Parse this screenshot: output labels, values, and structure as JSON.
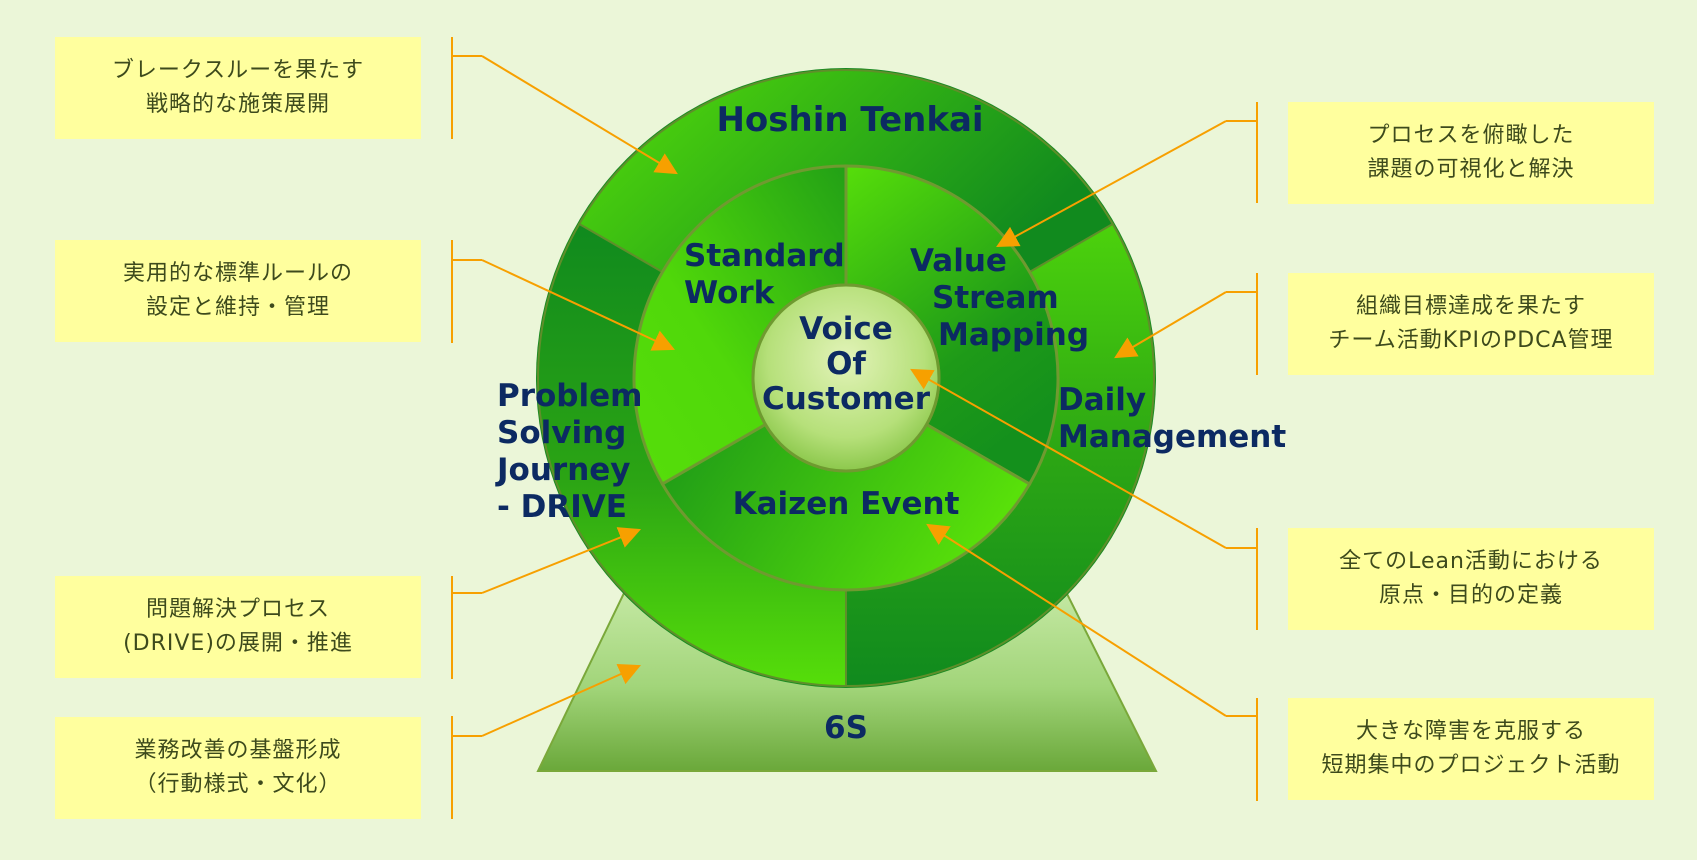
{
  "diagram": {
    "outer_ring": [
      {
        "label": "Hoshin Tenkai"
      },
      {
        "label_lines": [
          "Daily",
          "Management"
        ]
      },
      {
        "label_lines": [
          "Problem",
          "Solving",
          "Journey",
          "- DRIVE"
        ]
      }
    ],
    "inner_ring": [
      {
        "label_lines": [
          "Standard",
          "Work"
        ]
      },
      {
        "label_lines": [
          "Value",
          "Stream",
          "Mapping"
        ]
      },
      {
        "label": "Kaizen Event"
      }
    ],
    "center": {
      "label_lines": [
        "Voice",
        "Of",
        "Customer"
      ]
    },
    "base": {
      "label": "6S"
    }
  },
  "callouts_left": [
    {
      "lines": [
        "ブレークスルーを果たす",
        "戦略的な施策展開"
      ]
    },
    {
      "lines": [
        "実用的な標準ルールの",
        "設定と維持・管理"
      ]
    },
    {
      "lines": [
        "問題解決プロセス",
        "(DRIVE)の展開・推進"
      ]
    },
    {
      "lines": [
        "業務改善の基盤形成",
        "（行動様式・文化）"
      ]
    }
  ],
  "callouts_right": [
    {
      "lines": [
        "プロセスを俯瞰した",
        "課題の可視化と解決"
      ]
    },
    {
      "lines": [
        "組織目標達成を果たす",
        "チーム活動KPIのPDCA管理"
      ]
    },
    {
      "lines": [
        "全てのLean活動における",
        "原点・目的の定義"
      ]
    },
    {
      "lines": [
        "大きな障害を克服する",
        "短期集中のプロジェクト活動"
      ]
    }
  ],
  "colors": {
    "background": "#ebf6d8",
    "callout_fill": "#ffff9e",
    "arrow": "#f7a000",
    "label_text": "#0c2a62",
    "green_dark": "#118a1e",
    "green_light": "#56de0a"
  }
}
